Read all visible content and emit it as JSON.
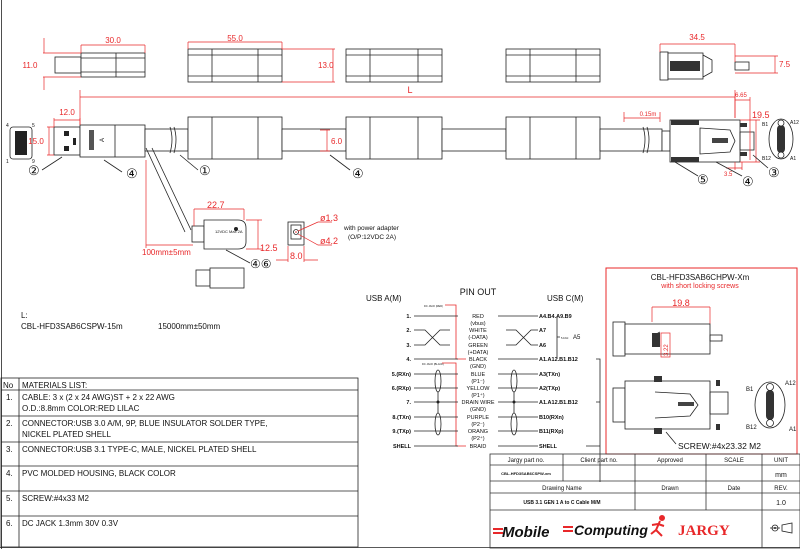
{
  "dimensions": {
    "usb_a_len": "30.0",
    "usb_a_h": "11.0",
    "ferrite_len": "55.0",
    "ferrite_h": "13.0",
    "c_len": "34.5",
    "c_h": "7.5",
    "a_plug": "12.0",
    "a_w": "15.0",
    "L": "L",
    "cable_d": "6.0",
    "c_offset": "6.65",
    "c_w": "19.5",
    "c_screw": "3.5",
    "c_cable": "0.15m",
    "dc_len": "22.7",
    "dc_h": "12.5",
    "dc_branch": "100mm±5mm",
    "dc_jack_w": "8.0",
    "dc_pin": "ø1.3",
    "dc_outer": "ø4.2"
  },
  "callouts": {
    "c1": "①",
    "c2": "②",
    "c3": "③",
    "c4": "④",
    "c5": "⑤",
    "c46": "④⑥"
  },
  "usb_a_pins": {
    "p4": "4",
    "p5": "5",
    "p1": "1",
    "p9": "9",
    "letter": "A"
  },
  "c_pins": {
    "b1": "B1",
    "a12": "A12",
    "b12": "B12",
    "a1": "A1"
  },
  "dc_note": {
    "line1": "with power adapter",
    "line2": "(O/P:12VDC 2A)",
    "label": "12VDC Max 2A"
  },
  "length": {
    "label": "L:",
    "part": "CBL-HFD3SAB6CSPW-15m",
    "value": "15000mm±50mm"
  },
  "materials": {
    "header_no": "No",
    "header_title": "MATERIALS LIST:",
    "items": [
      {
        "no": "1.",
        "line1": "CABLE: 3 x (2 x 24 AWG)ST + 2 x 22 AWG",
        "line2": "O.D.:8.8mm COLOR:RED LILAC"
      },
      {
        "no": "2.",
        "line1": "CONNECTOR:USB 3.0 A/M, 9P, BLUE INSULATOR SOLDER TYPE,",
        "line2": "NICKEL PLATED SHELL"
      },
      {
        "no": "3.",
        "line1": "CONNECTOR:USB 3.1 TYPE-C, MALE, NICKEL PLATED SHELL",
        "line2": ""
      },
      {
        "no": "4.",
        "line1": "PVC MOLDED HOUSING, BLACK COLOR",
        "line2": ""
      },
      {
        "no": "5.",
        "line1": "SCREW:#4x33 M2",
        "line2": ""
      },
      {
        "no": "6.",
        "line1": "DC JACK 1.3mm 30V 0.3V",
        "line2": ""
      }
    ]
  },
  "pinout": {
    "title": "PIN OUT",
    "left_title": "USB A(M)",
    "right_title": "USB C(M)",
    "dc_red": "DC JACK (RED)",
    "dc_black": "DC JACK (BLACK)",
    "resistor": "5.1KΩ",
    "resistor_pin": "A5",
    "rows": [
      {
        "left": "1.",
        "wire": "RED",
        "sub": "(vbus)",
        "right": "A4.B4.A9.B9"
      },
      {
        "left": "2.",
        "wire": "WHITE",
        "sub": "(-DATA)",
        "right": "A7"
      },
      {
        "left": "3.",
        "wire": "GREEN",
        "sub": "(+DATA)",
        "right": "A6"
      },
      {
        "left": "4.",
        "wire": "BLACK",
        "sub": "(GND)",
        "right": "A1.A12.B1.B12"
      },
      {
        "left": "5.(RXn)",
        "wire": "BLUE",
        "sub": "(P1⁻)",
        "right": "A3(TXn)"
      },
      {
        "left": "6.(RXp)",
        "wire": "YELLOW",
        "sub": "(P1⁺)",
        "right": "A2(TXp)"
      },
      {
        "left": "7.",
        "wire": "DRAIN WIRE",
        "sub": "(GND)",
        "right": "A1.A12.B1.B12"
      },
      {
        "left": "8.(TXn)",
        "wire": "PURPLE",
        "sub": "(P2⁻)",
        "right": "B10(RXn)"
      },
      {
        "left": "9.(TXp)",
        "wire": "ORANG",
        "sub": "(P2⁺)",
        "right": "B11(RXp)"
      },
      {
        "left": "SHELL",
        "wire": "BRAID",
        "sub": "",
        "right": "SHELL"
      }
    ]
  },
  "variant": {
    "title": "CBL-HFD3SAB6CHPW-Xm",
    "subtitle": "with short locking screws",
    "dim_len": "19.8",
    "dim_h": "3.22",
    "screw": "SCREW:#4x23.32 M2",
    "b1": "B1",
    "a12": "A12",
    "b12": "B12",
    "a1": "A1"
  },
  "title_block": {
    "jargy_part_label": "Jargy part no.",
    "client_part_label": "Client part no.",
    "approved_label": "Approved",
    "scale_label": "SCALE",
    "unit_label": "UNIT",
    "jargy_part": "CBL-HFD3SAB6CSPW-xm",
    "unit": "mm",
    "drawing_name_label": "Drawing Name",
    "drawn_label": "Drawn",
    "date_label": "Date",
    "rev_label": "REV.",
    "drawing_name": "USB 3.1 GEN 1 A to C Cable M/M",
    "rev": "1.0",
    "logo_mobile": "Mobile",
    "logo_computing": "Computing",
    "logo_jargy": "JARGY"
  },
  "colors": {
    "dimension": "#e8282a",
    "line": "#222222"
  }
}
